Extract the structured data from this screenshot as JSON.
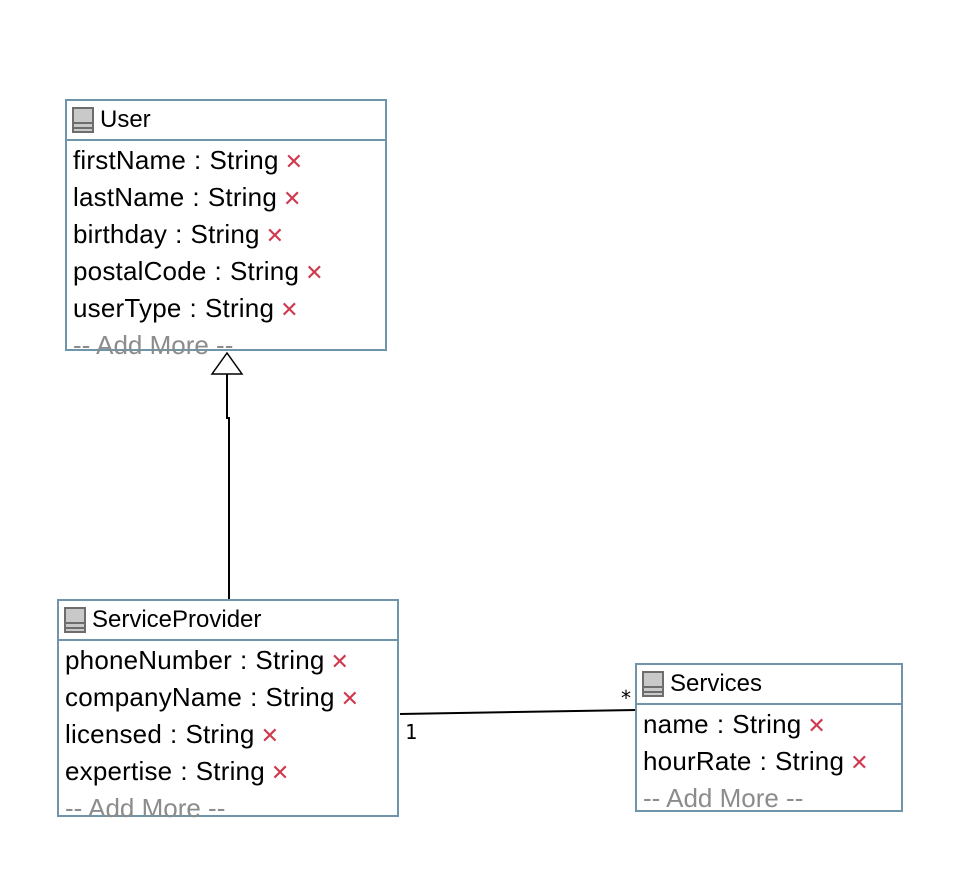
{
  "classes": [
    {
      "name": "User",
      "attributes": [
        {
          "name": "firstName",
          "type": "String"
        },
        {
          "name": "lastName",
          "type": "String"
        },
        {
          "name": "birthday",
          "type": "String"
        },
        {
          "name": "postalCode",
          "type": "String"
        },
        {
          "name": "userType",
          "type": "String"
        }
      ],
      "add_more": "-- Add More --"
    },
    {
      "name": "ServiceProvider",
      "attributes": [
        {
          "name": "phoneNumber",
          "type": "String"
        },
        {
          "name": "companyName",
          "type": "String"
        },
        {
          "name": "licensed",
          "type": "String"
        },
        {
          "name": "expertise",
          "type": "String"
        }
      ],
      "add_more": "-- Add More --"
    },
    {
      "name": "Services",
      "attributes": [
        {
          "name": "name",
          "type": "String"
        },
        {
          "name": "hourRate",
          "type": "String"
        }
      ],
      "add_more": "-- Add More --"
    }
  ],
  "association": {
    "source_multiplicity": "1",
    "target_multiplicity": "*"
  },
  "colors": {
    "border": "#6e95a8",
    "remove": "#cf3a4f",
    "add_more": "#8c8c8c"
  },
  "icons": {
    "class": "class-icon",
    "remove": "remove-icon"
  }
}
